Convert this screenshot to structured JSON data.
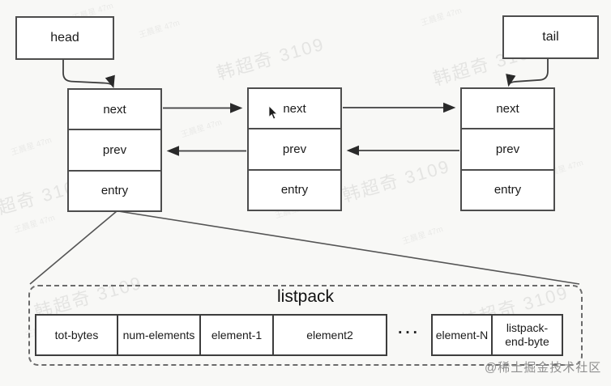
{
  "diagram": {
    "head_label": "head",
    "tail_label": "tail",
    "nodes": [
      {
        "cells": [
          "next",
          "prev",
          "entry"
        ]
      },
      {
        "cells": [
          "next",
          "prev",
          "entry"
        ]
      },
      {
        "cells": [
          "next",
          "prev",
          "entry"
        ]
      }
    ],
    "listpack": {
      "title": "listpack",
      "cells": {
        "tot_bytes": "tot-bytes",
        "num_elements": "num-elements",
        "element_1": "element-1",
        "element_2": "element2",
        "ellipsis": "...",
        "element_n": "element-N",
        "end_byte_line1": "listpack-",
        "end_byte_line2": "end-byte"
      }
    }
  },
  "watermarks": {
    "large_text": "韩超奇 3109",
    "small_text": "王晨星 47m",
    "site_credit": "@稀土掘金技术社区"
  },
  "colors": {
    "background": "#f8f8f6",
    "box_border": "#4d4d4d",
    "box_fill": "#ffffff",
    "arrow": "#3f3f3f",
    "credit_gray": "#8f8f8f"
  }
}
